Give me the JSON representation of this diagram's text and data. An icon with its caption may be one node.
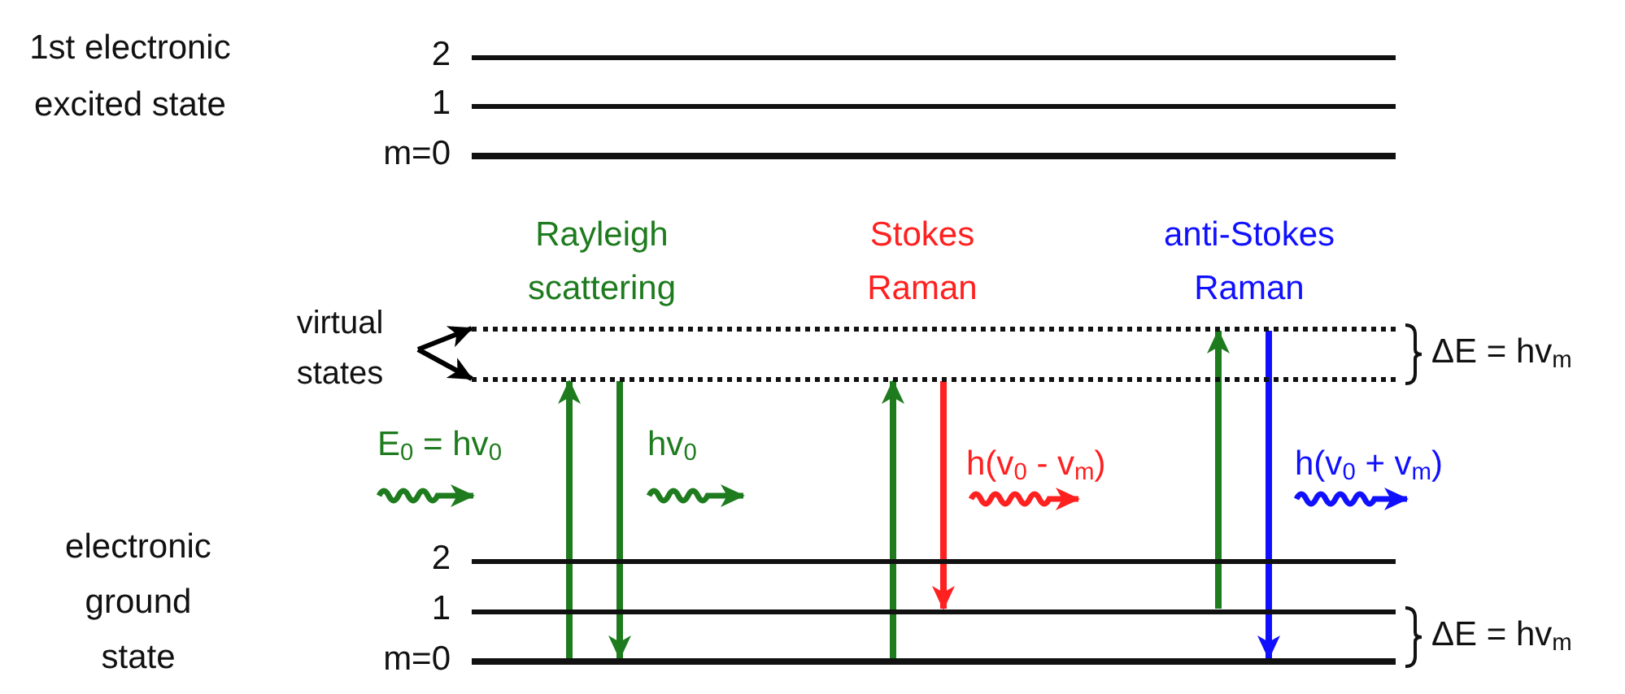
{
  "diagram": {
    "nodes": [
      {
        "text": [],
        "shape": "bar"
      },
      {
        "text": [],
        "shape": "bar"
      },
      {
        "text": [],
        "shape": "bar"
      },
      {
        "text": [
          "virtual states"
        ]
      },
      {
        "text": [],
        "shape": "bar"
      },
      {
        "text": [],
        "shape": "bar"
      },
      {
        "text": [],
        "shape": "bar"
      },
      {
        "text": [],
        "shape": "bar"
      },
      {
        "text": [],
        "shape": "bar"
      }
    ],
    "edges": [
      {
        "from": 8,
        "to": 5,
        "arrow": "to"
      },
      {
        "from": 5,
        "to": 8,
        "arrow": "to"
      },
      {
        "from": 8,
        "to": 5,
        "arrow": "to"
      },
      {
        "from": 5,
        "to": 7,
        "arrow": "to",
        "color": "#ff2020"
      },
      {
        "from": 7,
        "to": 4,
        "arrow": "to"
      },
      {
        "from": 4,
        "to": 8,
        "arrow": "to",
        "color": "#1010ff"
      },
      {
        "from": 3,
        "to": 4,
        "arrow": "to",
        "color": "#000000"
      },
      {
        "from": 3,
        "to": 5,
        "arrow": "to",
        "color": "#000000"
      }
    ],
    "labels": [
      "1st electronic excited state",
      "2",
      "1",
      "m=0",
      "Rayleigh scattering",
      "Stokes Raman",
      "anti-Stokes Raman",
      "ΔE = hv$_{m}$",
      "E$_{0}$ = hv$_{0}$",
      "hv$_{0}$",
      "h(v$_{0}$ - v$_{m}$)",
      "h(v$_{0}$ + v$_{m}$)",
      "electronic ground state",
      "2",
      "1",
      "m=0",
      "ΔE = hv$_{m}$"
    ]
  }
}
